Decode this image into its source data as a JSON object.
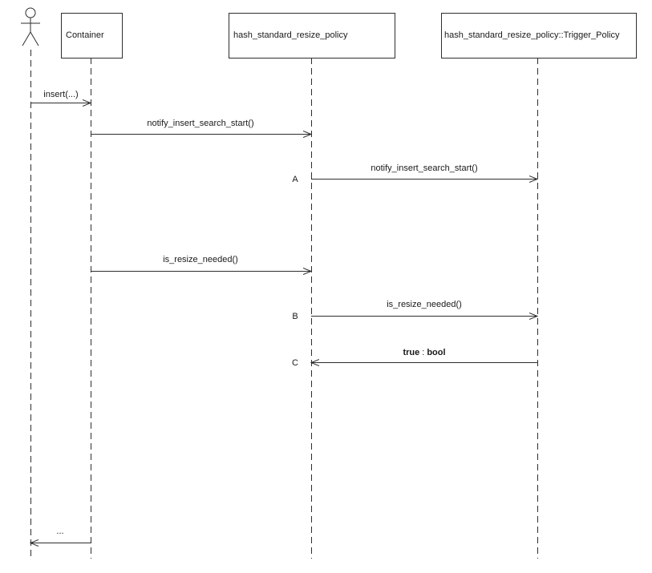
{
  "diagram": {
    "type": "uml-sequence-diagram",
    "background_color": "#ffffff",
    "line_color": "#2e2e2e",
    "text_color": "#1a1a1a",
    "actor": {
      "icon": "actor-stick-figure-icon"
    },
    "participants": [
      {
        "label": "Container"
      },
      {
        "label": "hash_standard_resize_policy"
      },
      {
        "label": "hash_standard_resize_policy::Trigger_Policy"
      }
    ],
    "messages": [
      {
        "label": "insert(...)",
        "from": "actor",
        "to": "Container"
      },
      {
        "label": "notify_insert_search_start()",
        "from": "Container",
        "to": "hash_standard_resize_policy"
      },
      {
        "tag": "A",
        "label": "notify_insert_search_start()",
        "from": "hash_standard_resize_policy",
        "to": "hash_standard_resize_policy::Trigger_Policy"
      },
      {
        "label": "is_resize_needed()",
        "from": "Container",
        "to": "hash_standard_resize_policy"
      },
      {
        "tag": "B",
        "label": "is_resize_needed()",
        "from": "hash_standard_resize_policy",
        "to": "hash_standard_resize_policy::Trigger_Policy"
      },
      {
        "tag": "C",
        "return_value": "true",
        "separator": ":",
        "return_type": "bool",
        "from": "hash_standard_resize_policy::Trigger_Policy",
        "to": "hash_standard_resize_policy",
        "kind": "return"
      },
      {
        "label": "...",
        "from": "Container",
        "to": "actor",
        "kind": "return"
      }
    ]
  }
}
